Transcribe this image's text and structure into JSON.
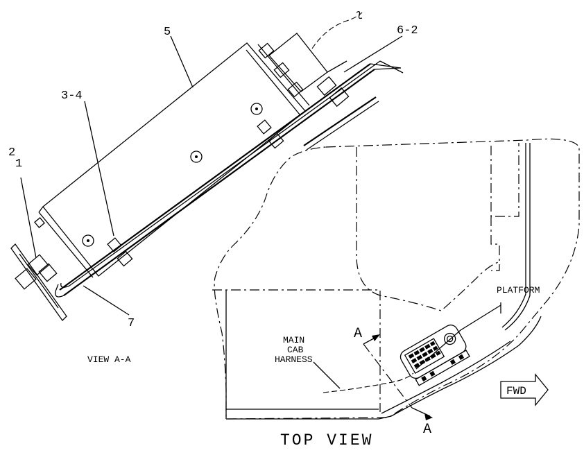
{
  "view_aa": {
    "caption": "VIEW A-A",
    "callouts": {
      "c5": "5",
      "c62": "6-2",
      "c34": "3-4",
      "c2": "2",
      "c1": "1",
      "c7": "7"
    }
  },
  "top_view": {
    "caption": "TOP VIEW",
    "platform": "PLATFORM",
    "harness": [
      "MAIN",
      "CAB",
      "HARNESS"
    ],
    "section_marker": "A",
    "fwd": "FWD"
  }
}
